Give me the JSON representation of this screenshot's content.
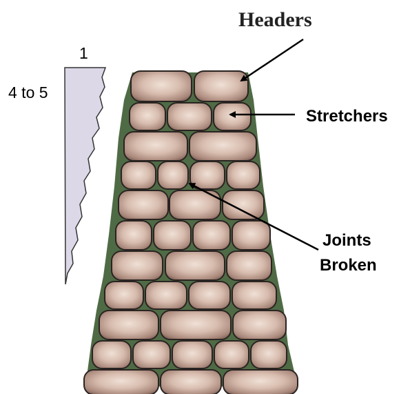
{
  "labels": {
    "headers": "Headers",
    "stretchers": "Stretchers",
    "joints_line1": "Joints",
    "joints_line2": "Broken",
    "batter_top": "1",
    "batter_side": "4 to 5"
  },
  "colors": {
    "stone_light": "#e8d5ca",
    "stone_mid": "#b8988a",
    "stone_dark": "#6e5148",
    "stone_outline": "#2a2422",
    "mortar": "#4f6b45",
    "batter_fill": "#dcd8e8",
    "arrow": "#000000"
  }
}
